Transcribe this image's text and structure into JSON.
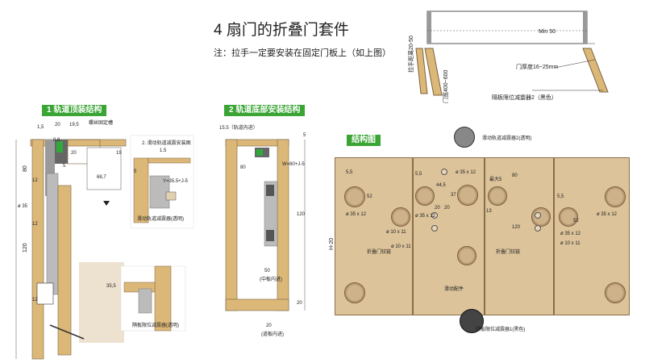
{
  "header": {
    "title": "4 扇门的折叠门套件",
    "note": "注：拉手一定要安装在固定门板上（如上图）"
  },
  "top_diagram": {
    "min_label": "Min 50",
    "thickness_label": "门厚度16~25mm",
    "handle_dist_label": "拉手距离20-50",
    "door_width_label": "门宽400~600",
    "damper2_label": "隔板限位减震器2（黑色）"
  },
  "sections": {
    "s1_badge": "1 轨道顶装结构",
    "s2_badge": "2 轨道底部安装结构",
    "s3_badge": "结构图",
    "accent_color": "#3aa535"
  },
  "section1": {
    "dims": {
      "d15": "1,5",
      "d20": "20",
      "d195": "19,5",
      "d08": "0,8",
      "d20b": "20",
      "d19": "19",
      "d5": "5",
      "d687": "68,7",
      "d80": "80",
      "d35": "ø 35",
      "d12a": "12",
      "d12b": "12",
      "d120": "120",
      "d12c": "12",
      "d355": "35,5"
    },
    "inset_title": "2. 滑动轨道减震安装图",
    "inset_dims": {
      "d15": "1.5",
      "d5": "5",
      "y": "Y=35.5+J-5"
    },
    "inset_label": "滑动轨道减震器(透明)",
    "bottom_label": "隔板限位减震器(透明)",
    "top_label": "螺丝固定槽"
  },
  "section2": {
    "track_label": "15.5（轨道内进）",
    "d5": "5",
    "d80": "80",
    "formula": "W=80+J-5",
    "d120": "120",
    "d50": "50",
    "mid_label": "(中板内进)",
    "d20": "20",
    "d20b": "20",
    "bottom_label": "(道板内进)"
  },
  "section3": {
    "side_label": "H-20",
    "dims": {
      "p1_a": "5,5",
      "p1_b": "52",
      "p1_c": "ø 35 x 12",
      "p2_a": "5,5",
      "p2_b": "20",
      "p2_c": "ø 35 x 12",
      "p2_d": "ø 10 x 11",
      "p3_a": "ø 35 x 12",
      "p3_b": "44,5",
      "p3_c": "37",
      "p3_d": "20",
      "p4_a": "最大5",
      "p4_b": "80",
      "p4_c": "120",
      "p4_d": "13",
      "p5_a": "5,5",
      "p5_b": "52",
      "p5_c": "ø 35 x 12",
      "p5_d": "ø 10 x 11",
      "p6_a": "ø 35 x 12",
      "p6_b": "ø 10 x 11"
    },
    "label_hinge_left": "折叠门铰链",
    "label_hinge_right": "折叠门铰链",
    "label_slide": "滑动配件",
    "label_damper_top": "滑动轨道减震器2(透明)",
    "label_damper_bottom": "隔板限位减震器1(黑色)"
  }
}
